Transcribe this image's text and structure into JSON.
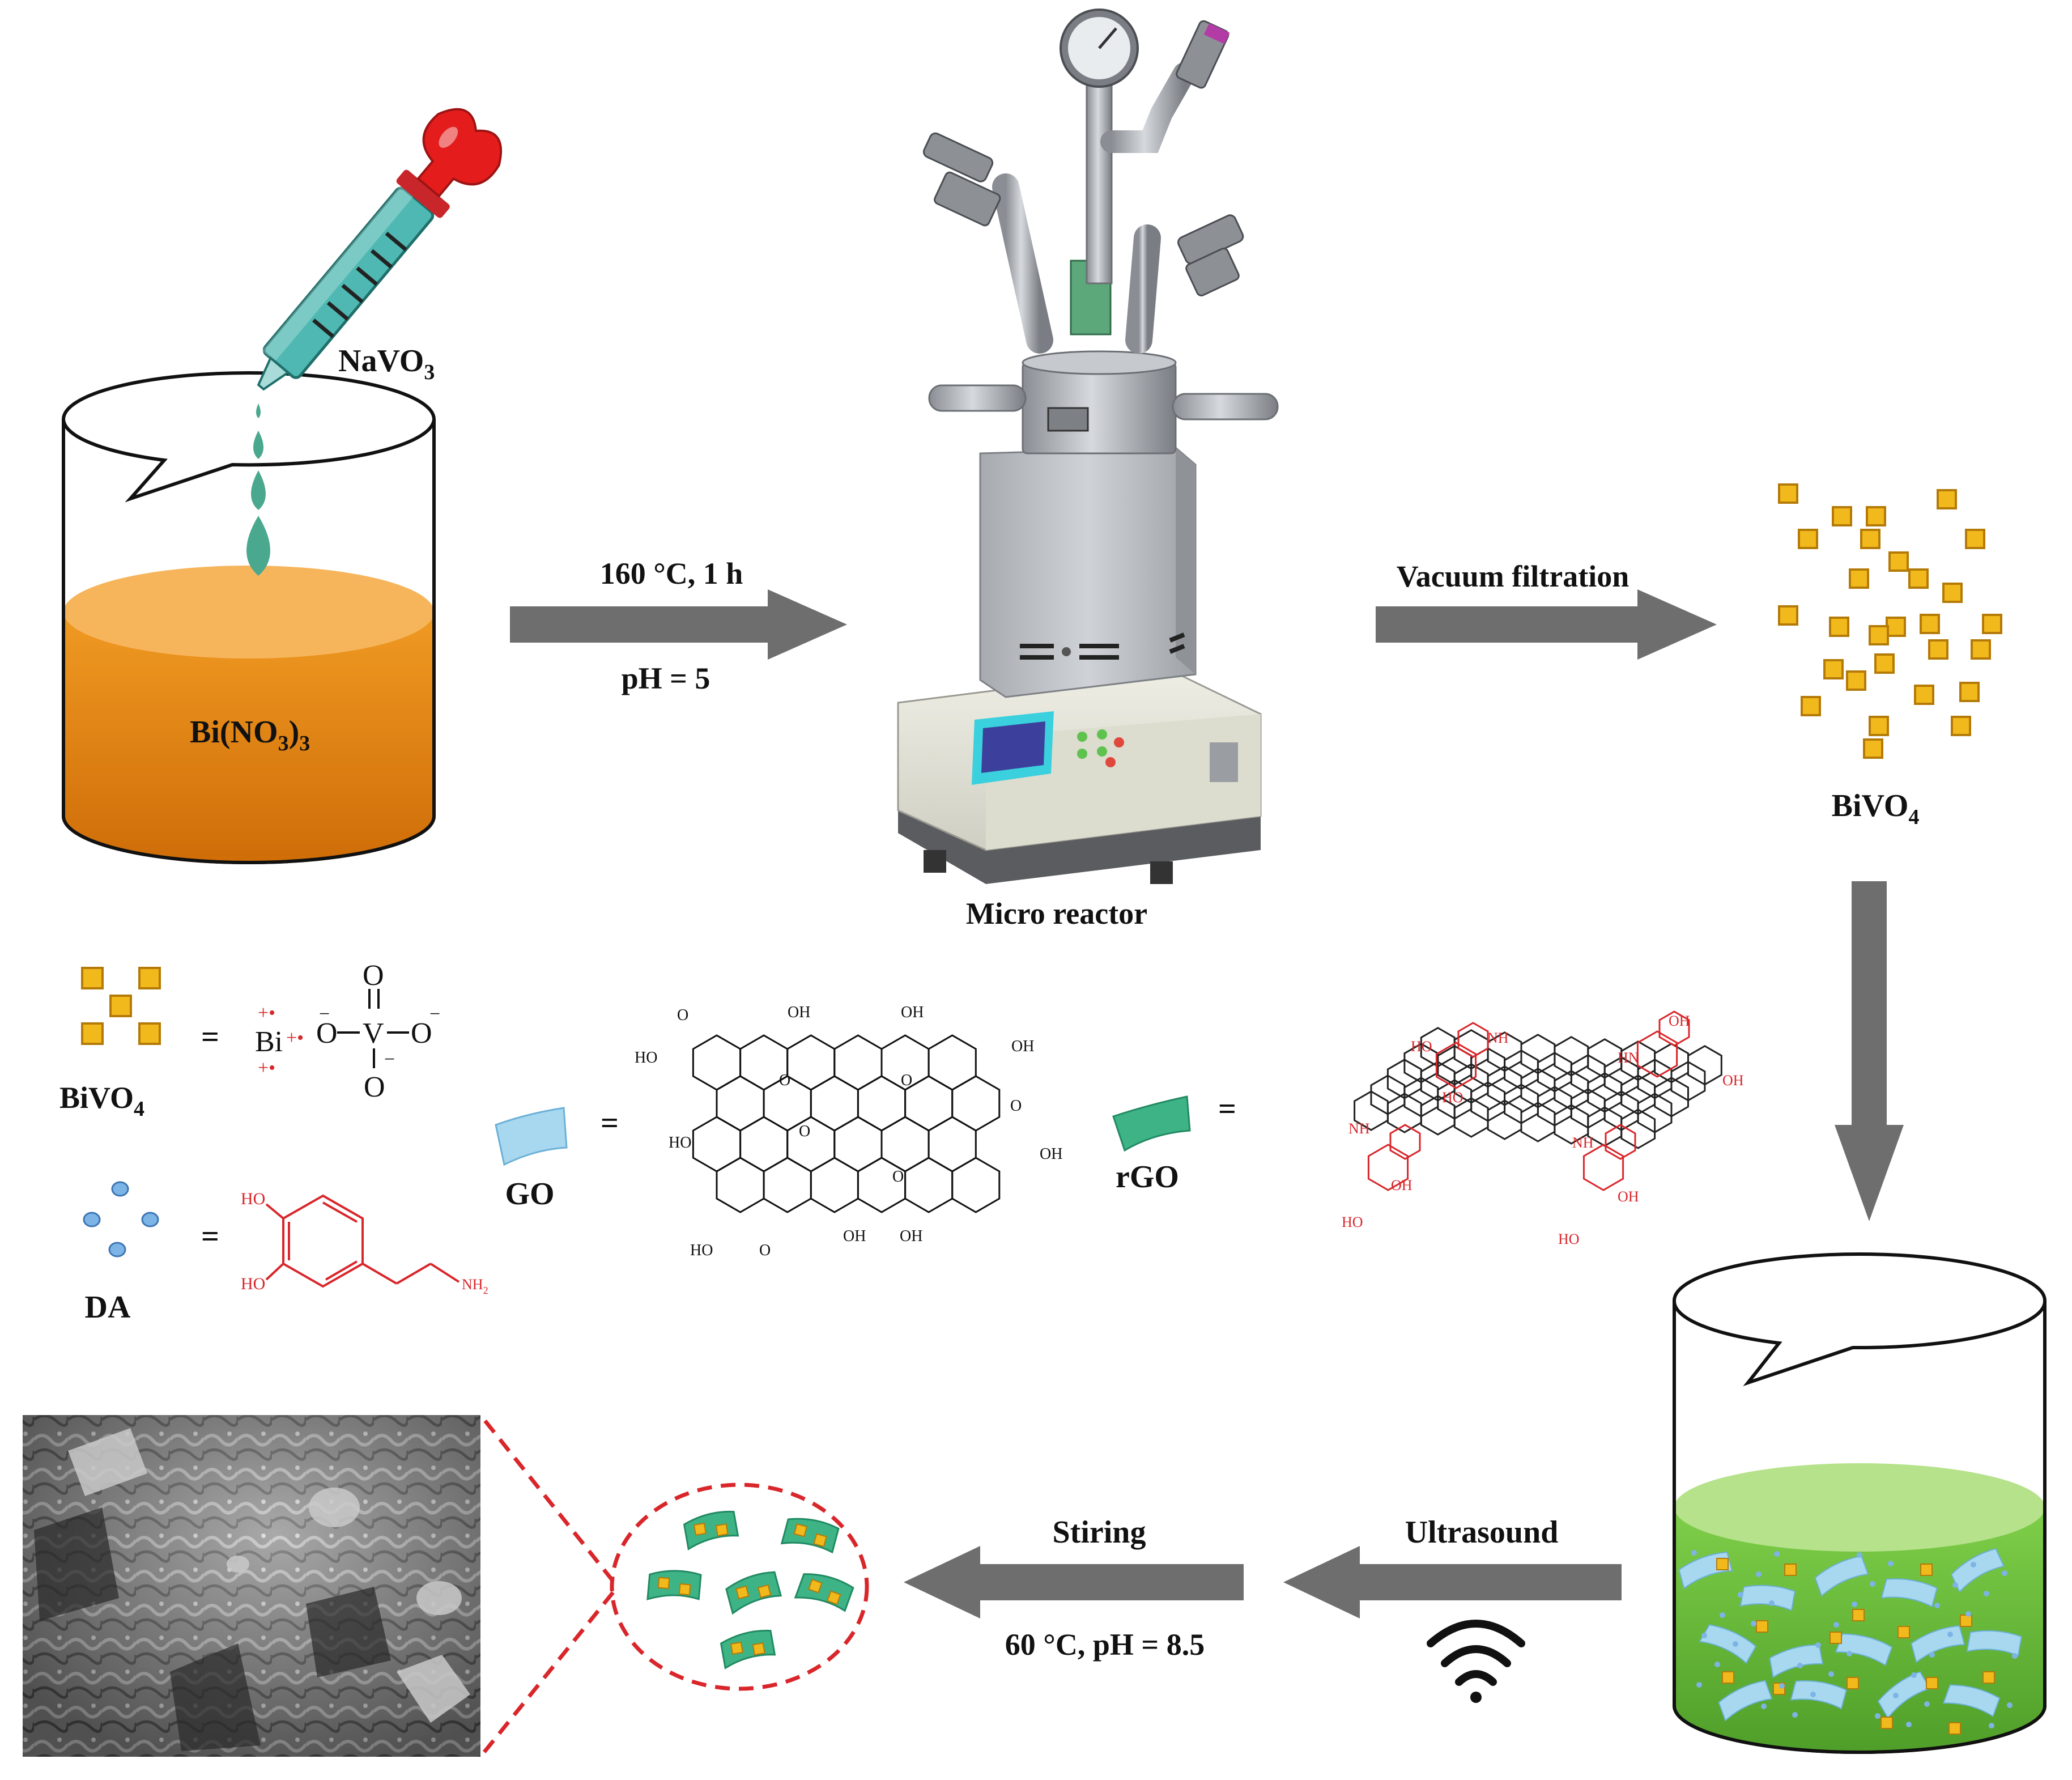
{
  "labels": {
    "navo3": "NaVO",
    "navo3_sub": "3",
    "bino3": "Bi(NO",
    "bino3_sub": "3",
    "bino3_close": ")",
    "bino3_sub2": "3",
    "step1_top": "160 °C, 1 h",
    "step1_bottom": "pH = 5",
    "reactor": "Micro reactor",
    "step2": "Vacuum filtration",
    "bivo4": "BiVO",
    "bivo4_sub": "4",
    "step_ultrasound": "Ultrasound",
    "step_stirring": "Stiring",
    "step_stirring_cond": "60 °C, pH = 8.5"
  },
  "legend": {
    "bivo4": "BiVO",
    "bivo4_sub": "4",
    "da": "DA",
    "go": "GO",
    "rgo": "rGO",
    "equals": "="
  },
  "chem": {
    "bi": "Bi",
    "o": "O",
    "v": "V",
    "oh": "OH",
    "ho": "HO",
    "nh2": "NH",
    "nh2_sub": "2",
    "nh": "NH",
    "hn": "HN"
  },
  "colors": {
    "arrow": "#6e6e6e",
    "solution_orange": "#e8860e",
    "solution_green": "#6cc03a",
    "bivo4_square": "#f2b91c",
    "go_sheet": "#a8d8f0",
    "rgo_sheet": "#3eb486",
    "red_structure": "#d9262b",
    "dropper_bulb": "#e41c1c",
    "dropper_tube": "#4fb8b2"
  }
}
